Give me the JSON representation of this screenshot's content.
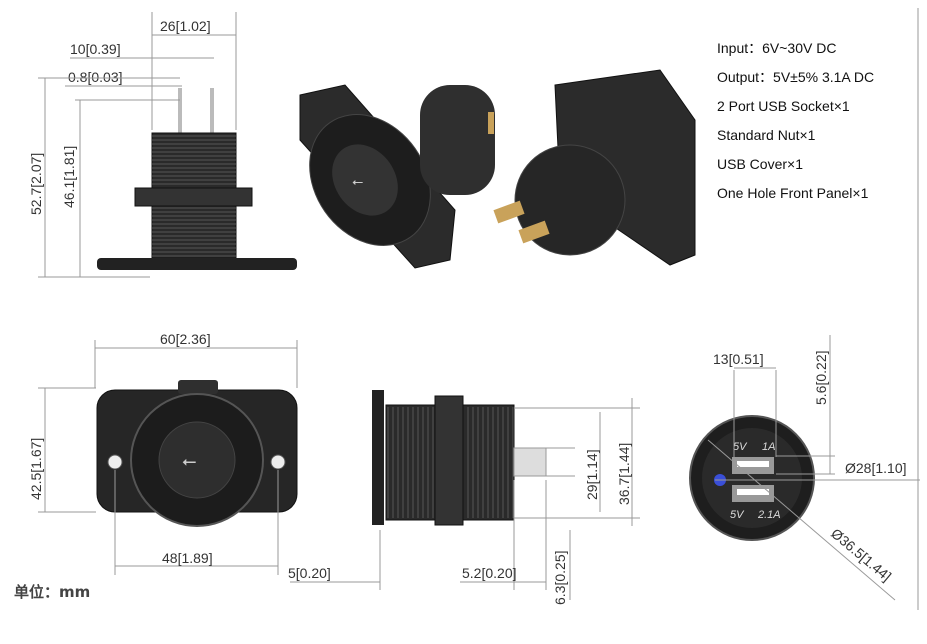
{
  "specs": [
    "Input：6V~30V DC",
    "Output：5V±5%  3.1A DC",
    "2 Port USB Socket×1",
    "Standard Nut×1",
    "USB Cover×1",
    "One Hole Front Panel×1"
  ],
  "side_view": {
    "width": "26[1.02]",
    "terminal": "10[0.39]",
    "thickness": "0.8[0.03]",
    "total_height": "52.7[2.07]",
    "body_height": "46.1[1.81]"
  },
  "front_view": {
    "width": "60[2.36]",
    "height": "42.5[1.67]",
    "hole_spacing": "48[1.89]"
  },
  "profile_view": {
    "flange": "5[0.20]",
    "pin_length": "5.2[0.20]",
    "pin_width": "6.3[0.25]",
    "thread_dia": "29[1.14]",
    "nut_dia": "36.7[1.44]"
  },
  "socket_view": {
    "port_width": "13[0.51]",
    "port_height": "5.6[0.22]",
    "inner_dia": "Ø28[1.10]",
    "outer_dia": "Ø36.5[1.44]",
    "port1_voltage": "5V",
    "port1_current": "1A",
    "port2_voltage": "5V",
    "port2_current": "2.1A",
    "led_color": "#3a4fd8"
  },
  "unit_label": "单位：mm"
}
